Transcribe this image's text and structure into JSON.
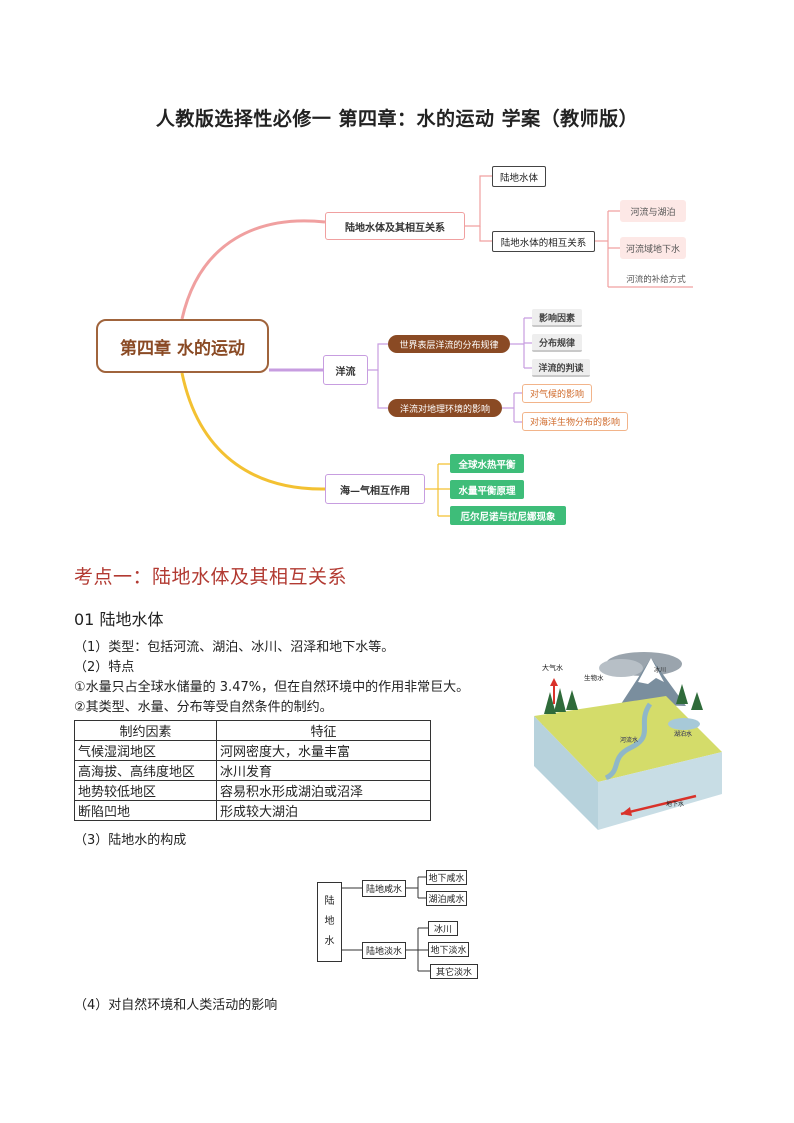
{
  "title": "人教版选择性必修一 第四章：水的运动 学案（教师版）",
  "mindmap": {
    "root": "第四章   水的运动",
    "branches": [
      {
        "label": "陆地水体及其相互关系",
        "children": [
          {
            "label": "陆地水体"
          },
          {
            "label": "陆地水体的相互关系",
            "children": [
              "河流与湖泊",
              "河流域地下水",
              "河流的补给方式"
            ]
          }
        ]
      },
      {
        "label": "洋流",
        "children": [
          {
            "label": "世界表层洋流的分布规律",
            "children": [
              "影响因素",
              "分布规律",
              "洋流的判读"
            ]
          },
          {
            "label": "洋流对地理环境的影响",
            "children": [
              "对气候的影响",
              "对海洋生物分布的影响"
            ]
          }
        ]
      },
      {
        "label": "海—气相互作用",
        "children": [
          "全球水热平衡",
          "水量平衡原理",
          "厄尔尼诺与拉尼娜现象"
        ]
      }
    ],
    "colors": {
      "pink": "#f0a0a0",
      "purple": "#c79de0",
      "yellow": "#f3c132",
      "brown": "#8a4a24",
      "green": "#3ebd79"
    }
  },
  "section": {
    "heading": "考点一：陆地水体及其相互关系",
    "sub": "01   陆地水体",
    "lines": [
      "（1）类型：包括河流、湖泊、冰川、沼泽和地下水等。",
      "（2）特点",
      "①水量只占全球水储量的 3.47%，但在自然环境中的作用非常巨大。",
      "②其类型、水量、分布等受自然条件的制约。"
    ],
    "table": {
      "headers": [
        "制约因素",
        "特征"
      ],
      "rows": [
        [
          "气候湿润地区",
          "河网密度大，水量丰富"
        ],
        [
          "高海拔、高纬度地区",
          "冰川发育"
        ],
        [
          "地势较低地区",
          "容易积水形成湖泊或沼泽"
        ],
        [
          "断陷凹地",
          "形成较大湖泊"
        ]
      ]
    },
    "line3": "（3）陆地水的构成",
    "line4": "（4）对自然环境和人类活动的影响"
  },
  "illustration": {
    "labels": [
      "大气水",
      "生物水",
      "河流水",
      "湖泊水",
      "地下水",
      "冰川"
    ]
  },
  "composition": {
    "root": "陆\n地\n水",
    "groups": [
      {
        "label": "陆地咸水",
        "items": [
          "地下咸水",
          "湖泊咸水"
        ]
      },
      {
        "label": "陆地淡水",
        "items": [
          "冰川",
          "地下淡水",
          "其它淡水"
        ]
      }
    ]
  }
}
